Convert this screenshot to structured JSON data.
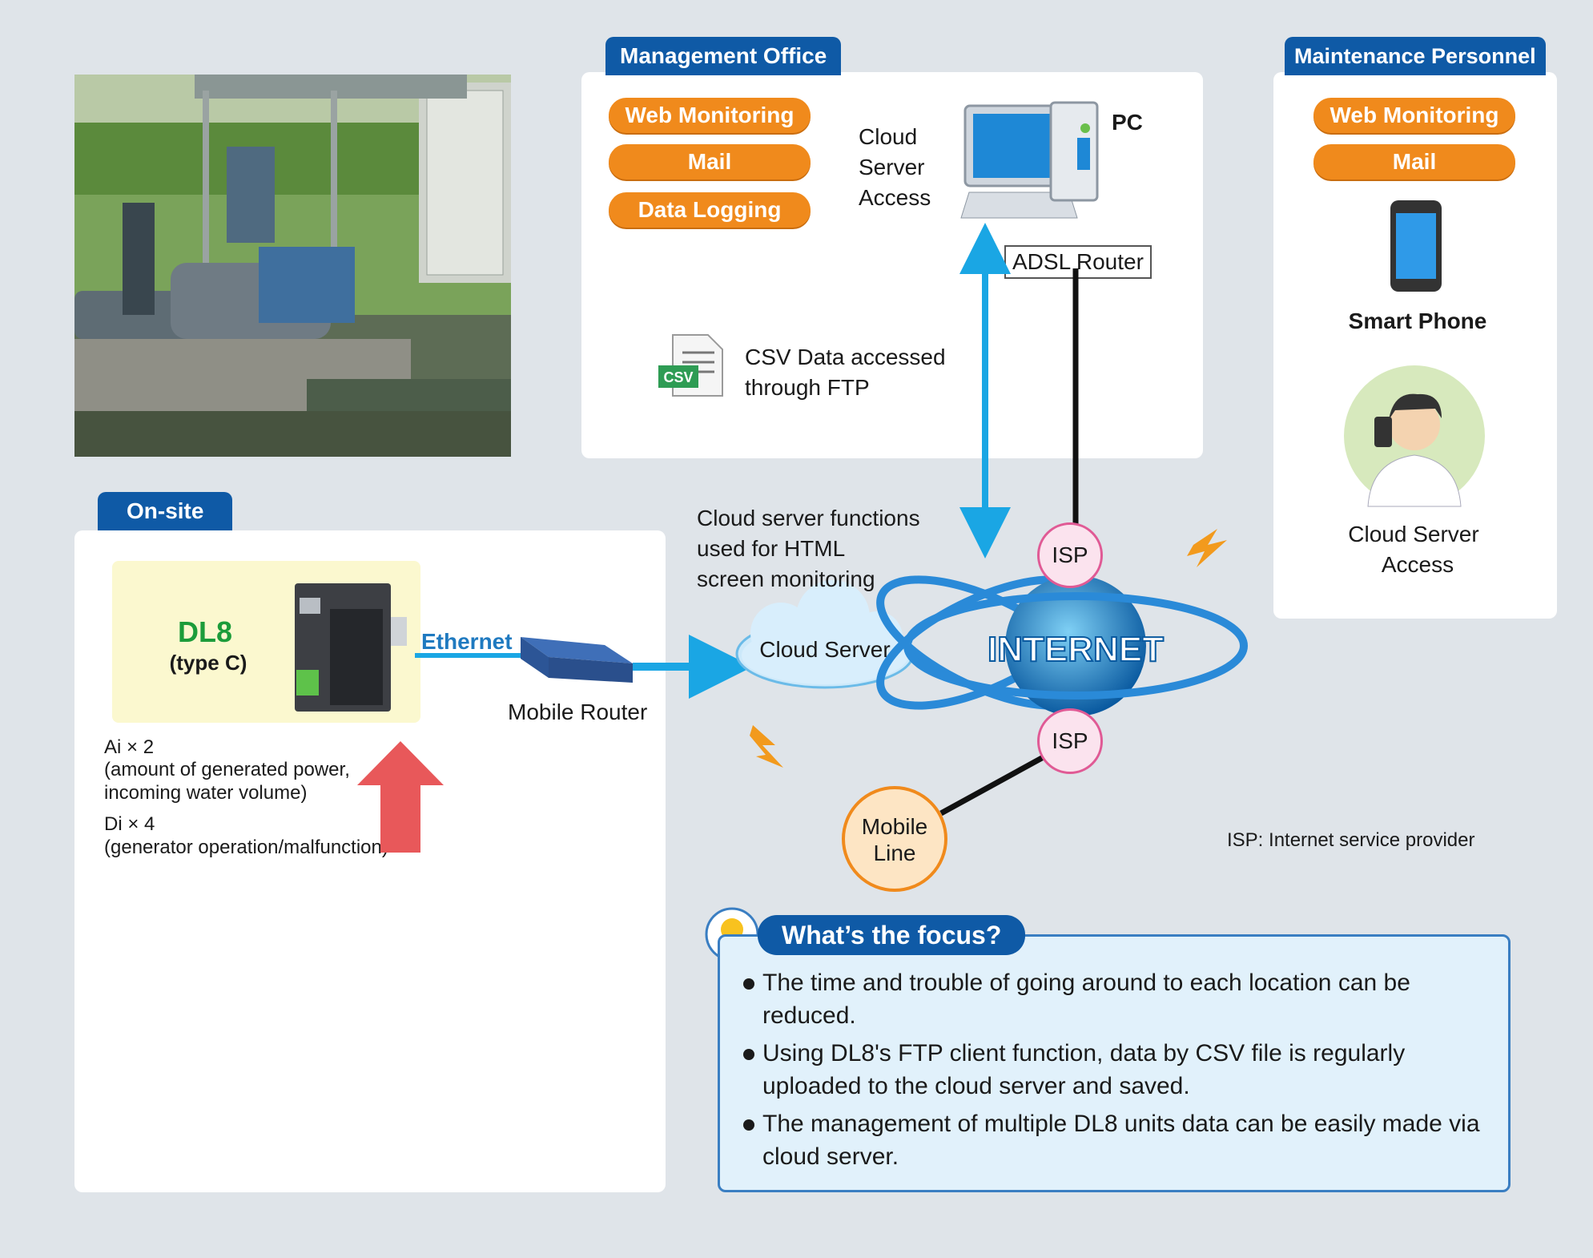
{
  "management": {
    "tab": "Management Office",
    "pills": [
      "Web Monitoring",
      "Mail",
      "Data Logging"
    ],
    "cloud_access": [
      "Cloud",
      "Server",
      "Access"
    ],
    "pc_label": "PC",
    "adsl": "ADSL Router",
    "csv_icon": "CSV",
    "csv_text": [
      "CSV Data accessed",
      "through FTP"
    ]
  },
  "maintenance": {
    "tab": "Maintenance Personnel",
    "pills": [
      "Web Monitoring",
      "Mail"
    ],
    "phone_label": "Smart Phone",
    "cloud_access": [
      "Cloud Server",
      "Access"
    ]
  },
  "onsite": {
    "tab": "On-site",
    "device_name": "DL8",
    "device_type": "(type C)",
    "ethernet": "Ethernet",
    "mobile_router": "Mobile Router",
    "ai": "Ai × 2",
    "ai_desc": [
      "(amount of generated power,",
      "incoming water volume)"
    ],
    "di": "Di × 4",
    "di_desc": "(generator operation/malfunction)"
  },
  "network": {
    "cloud_note": [
      "Cloud server functions",
      "used for HTML",
      "screen monitoring"
    ],
    "cloud_server": "Cloud Server",
    "internet": "INTERNET",
    "isp_top": "ISP",
    "isp_bottom": "ISP",
    "mobile_line": [
      "Mobile",
      "Line"
    ],
    "isp_note": "ISP: Internet service provider"
  },
  "focus": {
    "title": "What’s the focus?",
    "items": [
      "The time and trouble of going around to each location can be reduced.",
      "Using DL8's FTP client function, data by CSV file is regularly uploaded to the cloud server and saved.",
      "The management of multiple DL8 units data can be easily made via cloud server."
    ]
  },
  "colors": {
    "tab_blue": "#0f5aa6",
    "pill_orange": "#f08a1c",
    "arrow_blue": "#1aa6e4",
    "isp_pink": "#e05a95",
    "device_green": "#1c9c3a",
    "red_arrow": "#e8585a"
  },
  "icons": [
    "pc-icon",
    "smartphone-icon",
    "person-icon",
    "csv-file-icon",
    "globe-icon",
    "cloud-icon",
    "router-icon",
    "lightning-icon",
    "lightbulb-icon"
  ]
}
